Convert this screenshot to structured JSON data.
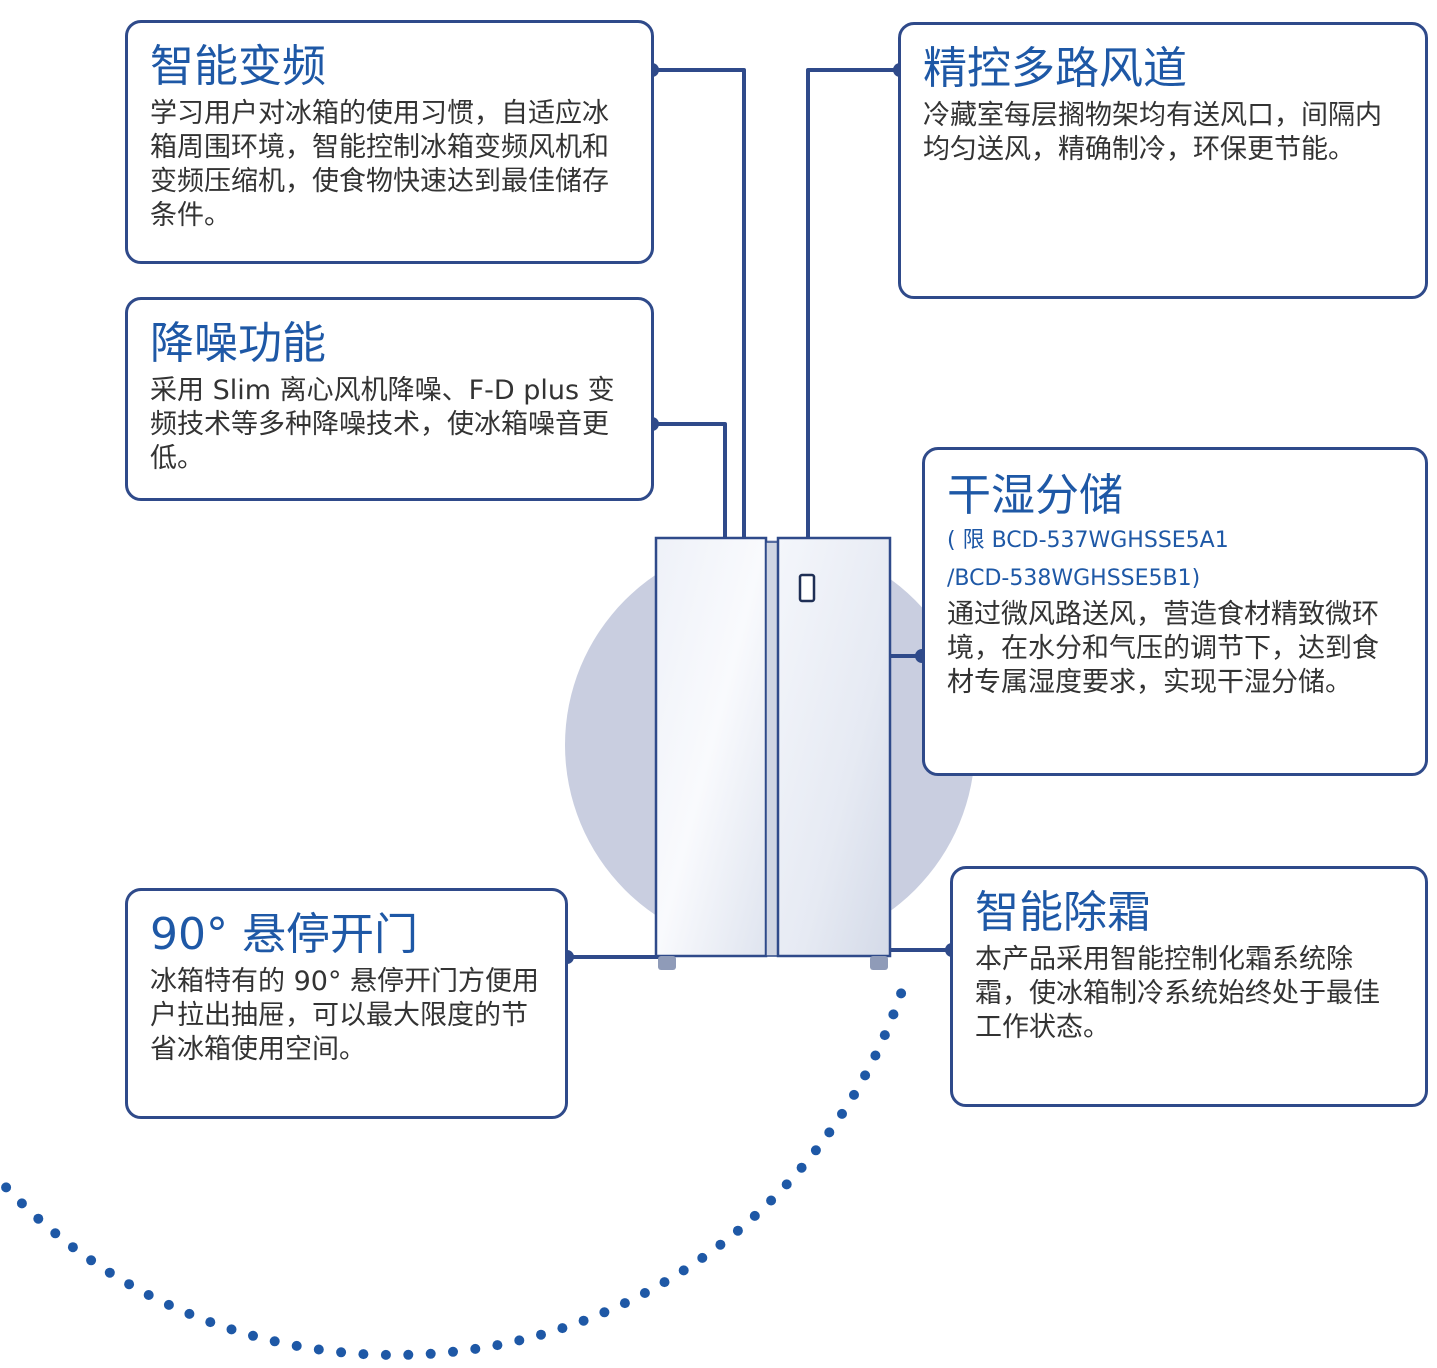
{
  "colors": {
    "frame": "#2f4a8a",
    "title": "#1e58a6",
    "body_text": "#333333",
    "halo": "#c9cee0",
    "dots": "#1e58a6"
  },
  "features": [
    {
      "id": "smart-inverter",
      "title": "智能变频",
      "body": "学习用户对冰箱的使用习惯，自适应冰箱周围环境，智能控制冰箱变频风机和变频压缩机，使食物快速达到最佳储存条件。"
    },
    {
      "id": "noise-reduction",
      "title": "降噪功能",
      "body": "采用 Slim 离心风机降噪、F-D plus 变频技术等多种降噪技术，使冰箱噪音更低。"
    },
    {
      "id": "hover-door",
      "title": "90°  悬停开门",
      "body": "冰箱特有的 90° 悬停开门方便用户拉出抽屉，可以最大限度的节省冰箱使用空间。"
    },
    {
      "id": "multi-air-duct",
      "title": "精控多路风道",
      "body": "冷藏室每层搁物架均有送风口，间隔内均匀送风，精确制冷，环保更节能。"
    },
    {
      "id": "dry-wet-storage",
      "title": "干湿分储",
      "subtitle": [
        "( 限 BCD-537WGHSSE5A1",
        "/BCD-538WGHSSE5B1)"
      ],
      "body": "通过微风路送风，营造食材精致微环境，在水分和气压的调节下，达到食材专属湿度要求，实现干湿分储。"
    },
    {
      "id": "smart-defrost",
      "title": "智能除霜",
      "body": "本产品采用智能控制化霜系统除霜，使冰箱制冷系统始终处于最佳工作状态。"
    }
  ]
}
